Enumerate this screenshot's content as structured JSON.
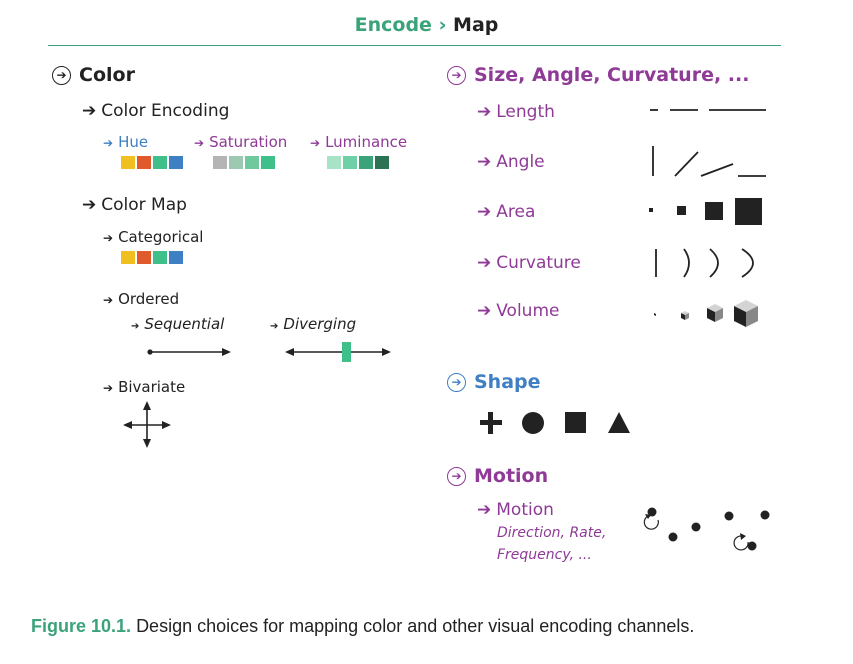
{
  "header": {
    "encode": "Encode",
    "separator": "›",
    "map": "Map"
  },
  "arrow_glyph": "➔",
  "color_section": {
    "title": "Color",
    "encoding": {
      "title": "Color Encoding",
      "hue": {
        "label": "Hue",
        "swatches": [
          "#f0c020",
          "#e05a2b",
          "#3fbf8a",
          "#3f7fc4"
        ]
      },
      "saturation": {
        "label": "Saturation",
        "swatches": [
          "#b5b5b5",
          "#9dc9b2",
          "#6fc99c",
          "#3fbf8a"
        ]
      },
      "luminance": {
        "label": "Luminance",
        "swatches": [
          "#a8e3c8",
          "#6fcfa6",
          "#3aa37a",
          "#2c7356"
        ]
      }
    },
    "map": {
      "title": "Color Map",
      "categorical": {
        "label": "Categorical",
        "swatches": [
          "#f0c020",
          "#e05a2b",
          "#3fbf8a",
          "#3f7fc4"
        ]
      },
      "ordered": {
        "label": "Ordered",
        "sequential": "Sequential",
        "diverging": "Diverging"
      },
      "bivariate": {
        "label": "Bivariate"
      }
    }
  },
  "size_section": {
    "title": "Size, Angle, Curvature, ...",
    "items": {
      "length": "Length",
      "angle": "Angle",
      "area": "Area",
      "curvature": "Curvature",
      "volume": "Volume"
    }
  },
  "shape_section": {
    "title": "Shape",
    "glyphs": [
      "plus",
      "circle",
      "square",
      "triangle"
    ]
  },
  "motion_section": {
    "title": "Motion",
    "item": "Motion",
    "description": "Direction, Rate, Frequency, ..."
  },
  "colors": {
    "green": "#3aa37a",
    "purple": "#8e3a96",
    "blue": "#3f7fc4",
    "dark": "#222222",
    "diverging_marker": "#3fbf8a"
  },
  "caption": {
    "figure": "Figure 10.1.",
    "text": "Design choices for mapping color and other visual encoding channels."
  }
}
